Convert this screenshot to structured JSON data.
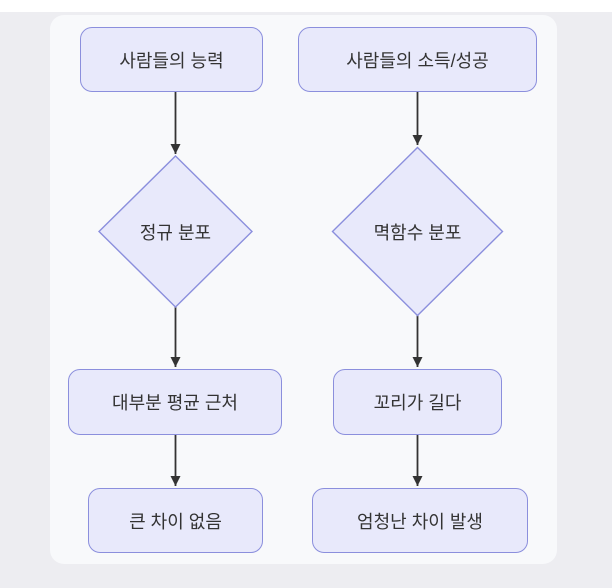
{
  "diagram": {
    "left_flow": {
      "start": "사람들의 능력",
      "decision": "정규 분포",
      "result1": "대부분 평균 근처",
      "result2": "큰 차이 없음"
    },
    "right_flow": {
      "start": "사람들의 소득/성공",
      "decision": "멱함수 분포",
      "result1": "꼬리가 길다",
      "result2": "엄청난 차이 발생"
    },
    "colors": {
      "page_bg": "#ededf1",
      "card_bg": "#f8f9fb",
      "node_fill": "#e8e9fb",
      "node_border": "#8b8fdd",
      "arrow": "#333333",
      "text": "#333333"
    }
  }
}
